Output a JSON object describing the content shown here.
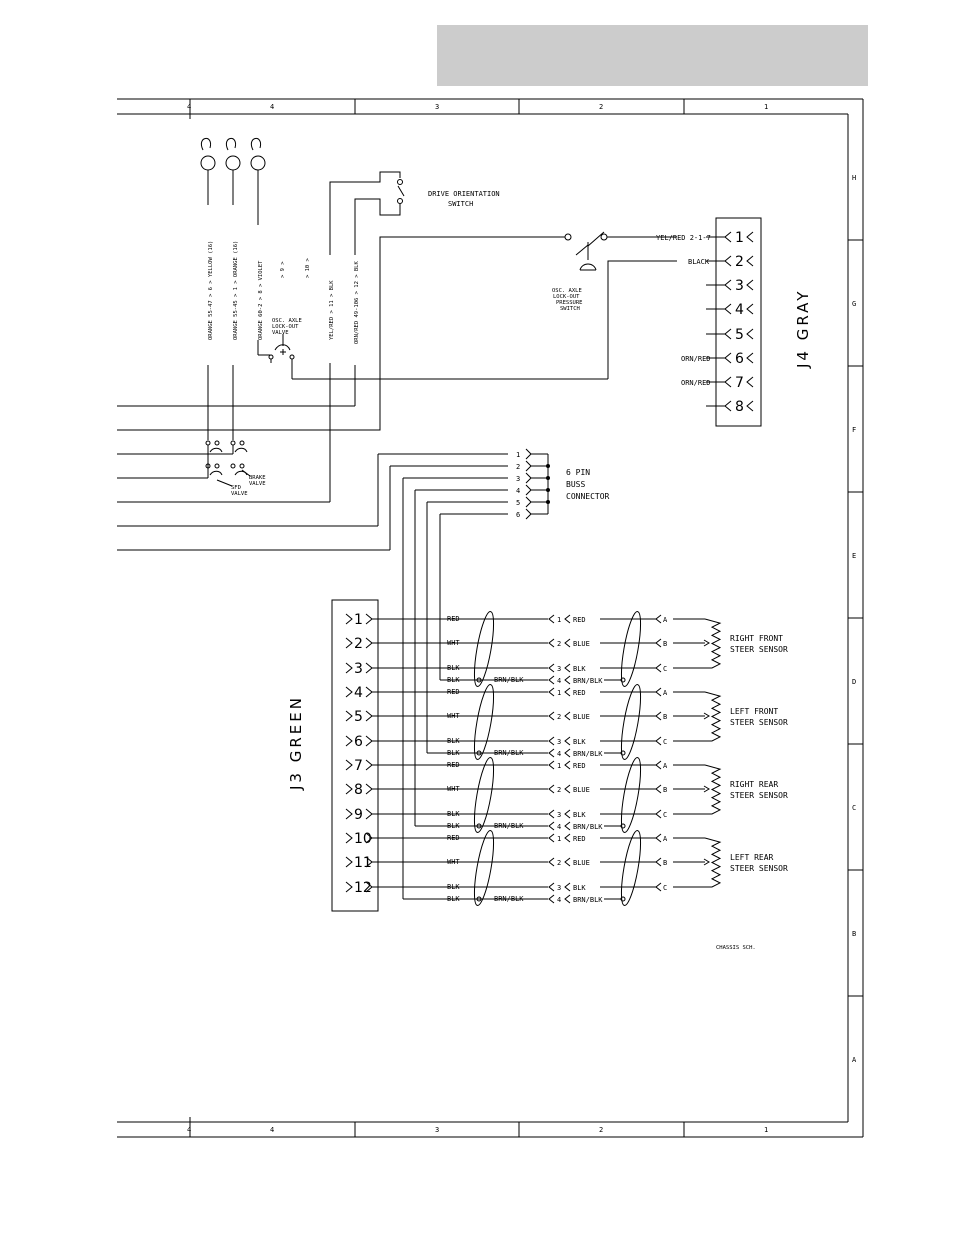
{
  "header": {
    "fill": "#cccccc"
  },
  "frame": {
    "columns": [
      "4",
      "3",
      "2",
      "1"
    ],
    "left_marker": "4",
    "rows": [
      "H",
      "G",
      "F",
      "E",
      "D",
      "C",
      "B",
      "A"
    ]
  },
  "top_wires": [
    "ORANGE 55-47 > 6 > YELLOW (16)",
    "ORANGE 55-45 > 1 > ORANGE (16)",
    "ORANGE 60-2 > 8 > VIOLET",
    "> 9 >",
    "> 10 >",
    "YEL/RED > 11 > BLK",
    "ORN/RED 49-106 > 12 > BLK"
  ],
  "drive_switch": [
    "DRIVE ORIENTATION",
    "SWITCH"
  ],
  "osc_valve": [
    "OSC. AXLE",
    "LOCK-OUT",
    "VALVE"
  ],
  "pressure_switch": [
    "OSC. AXLE",
    "LOCK-OUT",
    "PRESSURE",
    "SWITCH"
  ],
  "j4": {
    "label": "J4 GRAY",
    "pins": [
      "1",
      "2",
      "3",
      "4",
      "5",
      "6",
      "7",
      "8"
    ],
    "wires": [
      "YEL/RED 2-1-7",
      "BLACK",
      "",
      "",
      "",
      "ORN/RED",
      "ORN/RED",
      ""
    ]
  },
  "valves": {
    "sfd": [
      "SFD",
      "VALVE"
    ],
    "brake": [
      "BRAKE",
      "VALVE"
    ]
  },
  "buss": {
    "pins": [
      "1",
      "2",
      "3",
      "4",
      "5",
      "6"
    ],
    "label": [
      "6 PIN",
      "BUSS",
      "CONNECTOR"
    ]
  },
  "j3": {
    "label": "J3 GREEN",
    "pins": [
      "1",
      "2",
      "3",
      "4",
      "5",
      "6",
      "7",
      "8",
      "9",
      "10",
      "11",
      "12"
    ]
  },
  "sensor_groups": [
    {
      "name": [
        "RIGHT FRONT",
        "STEER SENSOR"
      ]
    },
    {
      "name": [
        "LEFT FRONT",
        "STEER SENSOR"
      ]
    },
    {
      "name": [
        "RIGHT REAR",
        "STEER SENSOR"
      ]
    },
    {
      "name": [
        "LEFT REAR",
        "STEER SENSOR"
      ]
    }
  ],
  "sensor_wires": {
    "left": [
      "RED",
      "WHT",
      "BLK",
      "BLK"
    ],
    "conn_nums": [
      "1",
      "2",
      "3",
      "4"
    ],
    "right": [
      "RED",
      "BLUE",
      "BLK",
      "BRN/BLK"
    ],
    "shield": "BRN/BLK",
    "letters": [
      "A",
      "B",
      "C"
    ]
  },
  "footer_note": "CHASSIS SCH."
}
